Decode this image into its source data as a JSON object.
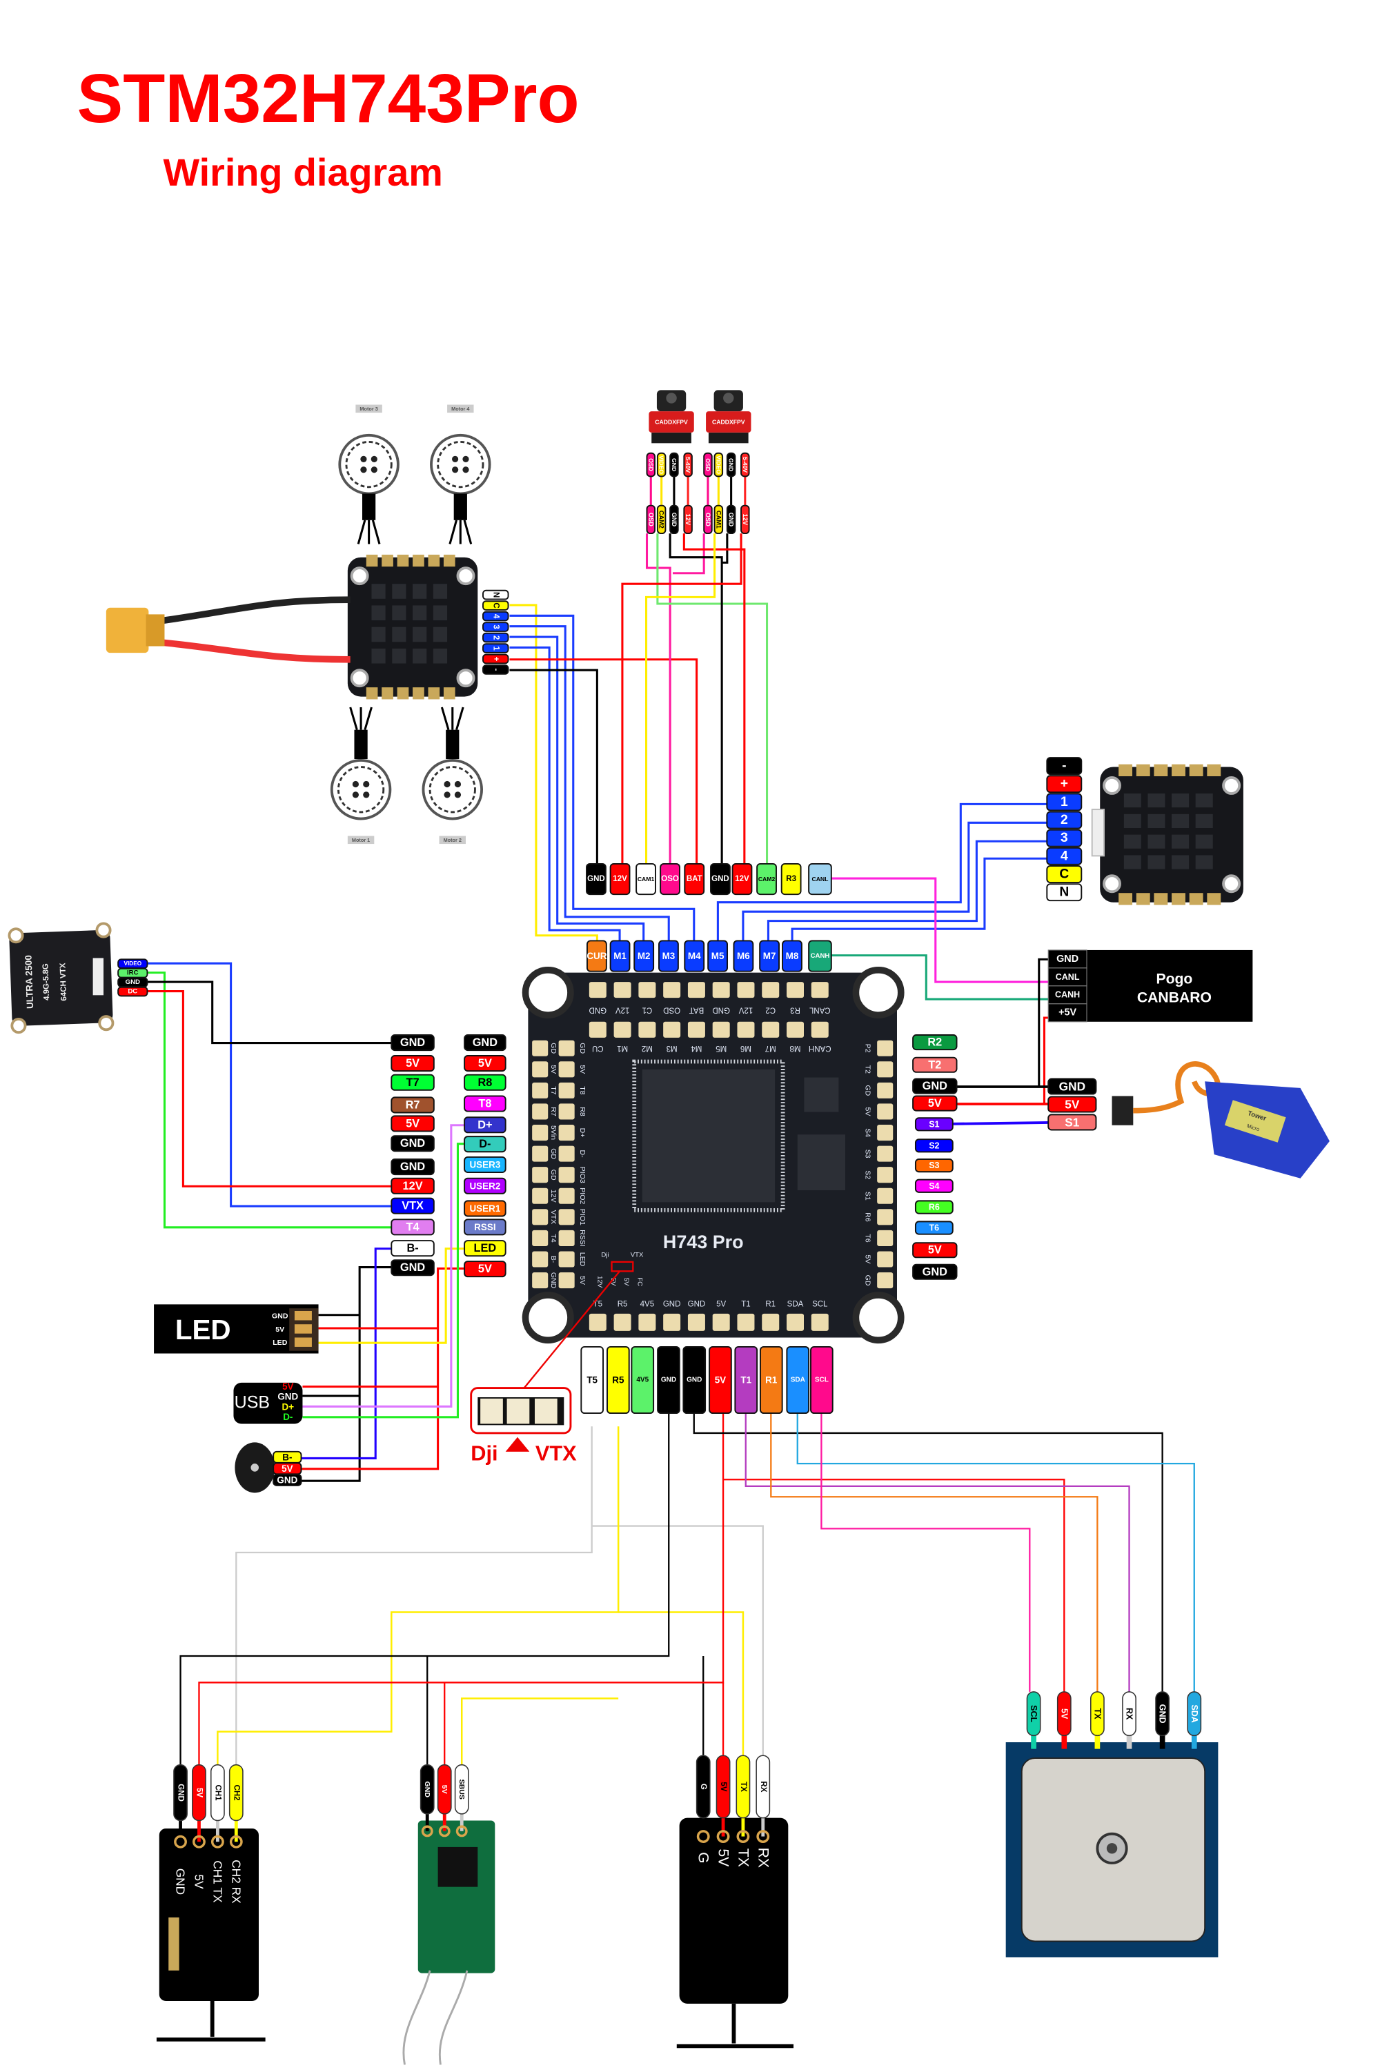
{
  "header": {
    "title": "STM32H743Pro",
    "subtitle": "Wiring diagram",
    "accent": "#ff0000"
  },
  "motors": [
    "Motor 3",
    "Motor 4",
    "Motor 1",
    "Motor 2"
  ],
  "esc1_pins": [
    {
      "label": "N",
      "bg": "#ffffff",
      "fg": "#000000"
    },
    {
      "label": "C",
      "bg": "#ffff00",
      "fg": "#000000"
    },
    {
      "label": "4",
      "bg": "#0a3cff",
      "fg": "#ffffff"
    },
    {
      "label": "3",
      "bg": "#0a3cff",
      "fg": "#ffffff"
    },
    {
      "label": "2",
      "bg": "#0a3cff",
      "fg": "#ffffff"
    },
    {
      "label": "1",
      "bg": "#0a3cff",
      "fg": "#ffffff"
    },
    {
      "label": "+",
      "bg": "#ff0000",
      "fg": "#ffffff"
    },
    {
      "label": "-",
      "bg": "#000000",
      "fg": "#ffffff"
    }
  ],
  "cameras": [
    {
      "brand": "CADDXFPV",
      "top_pins": [
        {
          "label": "OSD",
          "bg": "#ff0a8c",
          "fg": "#fff"
        },
        {
          "label": "VIDEO",
          "bg": "#ffe600",
          "fg": "#fff"
        },
        {
          "label": "GND",
          "bg": "#000",
          "fg": "#fff"
        },
        {
          "label": "5-40V",
          "bg": "#f22",
          "fg": "#fff"
        }
      ],
      "bottom_pins": [
        {
          "label": "OSD",
          "bg": "#ff0a8c",
          "fg": "#fff"
        },
        {
          "label": "CAM2",
          "bg": "#ffe600",
          "fg": "#000"
        },
        {
          "label": "GND",
          "bg": "#000",
          "fg": "#fff"
        },
        {
          "label": "12V",
          "bg": "#f22",
          "fg": "#fff"
        }
      ]
    },
    {
      "brand": "CADDXFPV",
      "top_pins": [
        {
          "label": "OSD",
          "bg": "#ff0a8c",
          "fg": "#fff"
        },
        {
          "label": "VIDEO",
          "bg": "#ffe600",
          "fg": "#fff"
        },
        {
          "label": "GND",
          "bg": "#000",
          "fg": "#fff"
        },
        {
          "label": "5-40V",
          "bg": "#f22",
          "fg": "#fff"
        }
      ],
      "bottom_pins": [
        {
          "label": "OSD",
          "bg": "#ff0a8c",
          "fg": "#fff"
        },
        {
          "label": "CAM1",
          "bg": "#ffe600",
          "fg": "#000"
        },
        {
          "label": "GND",
          "bg": "#000",
          "fg": "#fff"
        },
        {
          "label": "12V",
          "bg": "#f22",
          "fg": "#fff"
        }
      ]
    }
  ],
  "fc_top_row": [
    {
      "label": "GND",
      "bg": "#000000",
      "fg": "#ffffff"
    },
    {
      "label": "12V",
      "bg": "#ff0000",
      "fg": "#ffffff"
    },
    {
      "label": "CAM1",
      "bg": "#ffffff",
      "fg": "#000000"
    },
    {
      "label": "OSO",
      "bg": "#ff0a8c",
      "fg": "#ffffff"
    },
    {
      "label": "BAT",
      "bg": "#ff0000",
      "fg": "#ffffff"
    },
    {
      "label": "GND",
      "bg": "#000000",
      "fg": "#ffffff"
    },
    {
      "label": "12V",
      "bg": "#ff0000",
      "fg": "#ffffff"
    },
    {
      "label": "CAM2",
      "bg": "#5cf26a",
      "fg": "#000000"
    },
    {
      "label": "R3",
      "bg": "#ffff00",
      "fg": "#000000"
    },
    {
      "label": "CANL",
      "bg": "#9fd3f0",
      "fg": "#000000"
    }
  ],
  "fc_motor_row": [
    {
      "label": "CUR",
      "bg": "#f47a14",
      "fg": "#ffffff"
    },
    {
      "label": "M1",
      "bg": "#0a3cff",
      "fg": "#ffffff"
    },
    {
      "label": "M2",
      "bg": "#0a3cff",
      "fg": "#ffffff"
    },
    {
      "label": "M3",
      "bg": "#0a3cff",
      "fg": "#ffffff"
    },
    {
      "label": "M4",
      "bg": "#0a3cff",
      "fg": "#ffffff"
    },
    {
      "label": "M5",
      "bg": "#0a3cff",
      "fg": "#ffffff"
    },
    {
      "label": "M6",
      "bg": "#0a3cff",
      "fg": "#ffffff"
    },
    {
      "label": "M7",
      "bg": "#0a3cff",
      "fg": "#ffffff"
    },
    {
      "label": "M8",
      "bg": "#0a3cff",
      "fg": "#ffffff"
    },
    {
      "label": "CANH",
      "bg": "#18a878",
      "fg": "#ffffff"
    }
  ],
  "fc_left_outer": [
    {
      "label": "GND",
      "bg": "#000000",
      "fg": "#ffffff"
    },
    {
      "label": "5V",
      "bg": "#ff0000",
      "fg": "#ffffff"
    },
    {
      "label": "T7",
      "bg": "#00ff33",
      "fg": "#000000"
    },
    {
      "label": "R7",
      "bg": "#a0522d",
      "fg": "#ffffff"
    },
    {
      "label": "5V",
      "bg": "#ff0000",
      "fg": "#ffffff"
    },
    {
      "label": "GND",
      "bg": "#000000",
      "fg": "#ffffff"
    },
    {
      "label": "GND",
      "bg": "#000000",
      "fg": "#ffffff"
    },
    {
      "label": "12V",
      "bg": "#ff0000",
      "fg": "#ffffff"
    },
    {
      "label": "VTX",
      "bg": "#0000ff",
      "fg": "#ffffff"
    },
    {
      "label": "T4",
      "bg": "#e17ef0",
      "fg": "#ffffff"
    },
    {
      "label": "B-",
      "bg": "#ffffff",
      "fg": "#000000"
    },
    {
      "label": "GND",
      "bg": "#000000",
      "fg": "#ffffff"
    }
  ],
  "fc_left_inner": [
    {
      "label": "GND",
      "bg": "#000000",
      "fg": "#ffffff"
    },
    {
      "label": "5V",
      "bg": "#ff0000",
      "fg": "#ffffff"
    },
    {
      "label": "R8",
      "bg": "#00ff33",
      "fg": "#000000"
    },
    {
      "label": "T8",
      "bg": "#ff00ff",
      "fg": "#ffffff"
    },
    {
      "label": "D+",
      "bg": "#3333cc",
      "fg": "#ffffff"
    },
    {
      "label": "D-",
      "bg": "#33ccbb",
      "fg": "#000000"
    },
    {
      "label": "USER3",
      "bg": "#19b5ff",
      "fg": "#ffffff"
    },
    {
      "label": "USER2",
      "bg": "#b000ff",
      "fg": "#ffffff"
    },
    {
      "label": "USER1",
      "bg": "#ff6a00",
      "fg": "#ffffff"
    },
    {
      "label": "RSSI",
      "bg": "#6b7bc9",
      "fg": "#ffffff"
    },
    {
      "label": "LED",
      "bg": "#ffff00",
      "fg": "#000000"
    },
    {
      "label": "5V",
      "bg": "#ff0000",
      "fg": "#ffffff"
    }
  ],
  "fc_right": [
    {
      "label": "R2",
      "bg": "#0a9a40",
      "fg": "#ffffff"
    },
    {
      "label": "T2",
      "bg": "#f87070",
      "fg": "#ffffff"
    },
    {
      "label": "GND",
      "bg": "#000000",
      "fg": "#ffffff"
    },
    {
      "label": "5V",
      "bg": "#ff0000",
      "fg": "#ffffff"
    },
    {
      "label": "S1",
      "bg": "#6a00ff",
      "fg": "#ffffff"
    },
    {
      "label": "S2",
      "bg": "#0000ff",
      "fg": "#ffffff"
    },
    {
      "label": "S3",
      "bg": "#ff6600",
      "fg": "#ffffff"
    },
    {
      "label": "S4",
      "bg": "#ff00ff",
      "fg": "#ffffff"
    },
    {
      "label": "R6",
      "bg": "#44ff22",
      "fg": "#ffffff"
    },
    {
      "label": "T6",
      "bg": "#1a8fff",
      "fg": "#ffffff"
    },
    {
      "label": "5V",
      "bg": "#ff0000",
      "fg": "#ffffff"
    },
    {
      "label": "GND",
      "bg": "#000000",
      "fg": "#ffffff"
    }
  ],
  "fc_bottom_row": [
    {
      "label": "T5",
      "bg": "#ffffff",
      "fg": "#000000"
    },
    {
      "label": "R5",
      "bg": "#ffff00",
      "fg": "#000000"
    },
    {
      "label": "4V5",
      "bg": "#5cf26a",
      "fg": "#000000"
    },
    {
      "label": "GND",
      "bg": "#000000",
      "fg": "#ffffff"
    },
    {
      "label": "GND",
      "bg": "#000000",
      "fg": "#ffffff"
    },
    {
      "label": "5V",
      "bg": "#ff0000",
      "fg": "#ffffff"
    },
    {
      "label": "T1",
      "bg": "#b43cc0",
      "fg": "#ffffff"
    },
    {
      "label": "R1",
      "bg": "#f47a14",
      "fg": "#ffffff"
    },
    {
      "label": "SDA",
      "bg": "#1a8fff",
      "fg": "#ffffff"
    },
    {
      "label": "SCL",
      "bg": "#ff0a8c",
      "fg": "#ffffff"
    }
  ],
  "fc_board": {
    "name": "H743 Pro",
    "silk_top": [
      "GND",
      "12V",
      "C1",
      "OSD",
      "BAT",
      "GND",
      "12V",
      "C2",
      "R3",
      "CANL"
    ],
    "silk_motor": [
      "CU",
      "M1",
      "M2",
      "M3",
      "M4",
      "M5",
      "M6",
      "M7",
      "M8",
      "CANH"
    ],
    "silk_left_outer": [
      "GD",
      "5V",
      "T7",
      "R7",
      "5Vin",
      "GD",
      "GD",
      "12V",
      "VTX",
      "T4",
      "B-",
      "GND"
    ],
    "silk_left_inner": [
      "GD",
      "5V",
      "T8",
      "R8",
      "D+",
      "D-",
      "PIO3",
      "PIO2",
      "PIO1",
      "RSSI",
      "LED",
      "5V"
    ],
    "silk_right": [
      "P2",
      "T2",
      "GD",
      "5V",
      "S4",
      "S3",
      "S2",
      "S1",
      "R6",
      "T6",
      "5V",
      "GD"
    ],
    "silk_bottom": [
      "T5",
      "R5",
      "4V5",
      "GND",
      "GND",
      "5V",
      "T1",
      "R1",
      "SDA",
      "SCL"
    ],
    "silk_dji": [
      "Dji",
      "VTX",
      "12V",
      "5V",
      "5V",
      "FC"
    ]
  },
  "servo_pins": [
    {
      "label": "GND",
      "bg": "#000000",
      "fg": "#ffffff"
    },
    {
      "label": "5V",
      "bg": "#ff0000",
      "fg": "#ffffff"
    },
    {
      "label": "S1",
      "bg": "#f87070",
      "fg": "#ffffff"
    }
  ],
  "servo_text": [
    "Tower",
    "Micro"
  ],
  "esc2_pins": [
    {
      "label": "-",
      "bg": "#000000",
      "fg": "#ffffff"
    },
    {
      "label": "+",
      "bg": "#ff0000",
      "fg": "#ffffff"
    },
    {
      "label": "1",
      "bg": "#0a3cff",
      "fg": "#ffffff"
    },
    {
      "label": "2",
      "bg": "#0a3cff",
      "fg": "#ffffff"
    },
    {
      "label": "3",
      "bg": "#0a3cff",
      "fg": "#ffffff"
    },
    {
      "label": "4",
      "bg": "#0a3cff",
      "fg": "#ffffff"
    },
    {
      "label": "C",
      "bg": "#ffff00",
      "fg": "#000000"
    },
    {
      "label": "N",
      "bg": "#ffffff",
      "fg": "#000000"
    }
  ],
  "pogo": {
    "pins": [
      "GND",
      "CANL",
      "CANH",
      "+5V"
    ],
    "name_line1": "Pogo",
    "name_line2": "CANBARO"
  },
  "vtx": {
    "text": [
      "ULTRA 2500",
      "4.9G-5.8G",
      "64CH VTX"
    ],
    "pins": [
      {
        "label": "VIDEO",
        "bg": "#0000ff",
        "fg": "#ffffff"
      },
      {
        "label": "IRC",
        "bg": "#5cf26a",
        "fg": "#000000"
      },
      {
        "label": "GND",
        "bg": "#000000",
        "fg": "#ffffff"
      },
      {
        "label": "DC",
        "bg": "#ff0000",
        "fg": "#ffffff"
      }
    ]
  },
  "led_strip": {
    "title": "LED",
    "pins": [
      "GND",
      "5V",
      "LED"
    ]
  },
  "usb": {
    "title": "USB",
    "pins": [
      {
        "label": "5V",
        "color": "#ff0000"
      },
      {
        "label": "GND",
        "color": "#ffffff"
      },
      {
        "label": "D+",
        "color": "#ffff00"
      },
      {
        "label": "D-",
        "color": "#22ff22"
      }
    ]
  },
  "buzzer": {
    "pins": [
      {
        "label": "B-",
        "bg": "#ffff00",
        "fg": "#000000"
      },
      {
        "label": "5V",
        "bg": "#ff0000",
        "fg": "#ffffff"
      },
      {
        "label": "GND",
        "bg": "#000000",
        "fg": "#ffffff"
      }
    ]
  },
  "dji_vtx": {
    "left": "Dji",
    "right": "VTX"
  },
  "receivers": [
    {
      "pins": [
        {
          "label": "GND",
          "bg": "#000",
          "fg": "#fff"
        },
        {
          "label": "5V",
          "bg": "#f00",
          "fg": "#fff"
        },
        {
          "label": "CH1",
          "bg": "#fff",
          "fg": "#000"
        },
        {
          "label": "CH2",
          "bg": "#ff0",
          "fg": "#000"
        }
      ],
      "body_labels": [
        "GND",
        "5V",
        "CH1 TX",
        "CH2 RX"
      ]
    },
    {
      "pins": [
        {
          "label": "GND",
          "bg": "#000",
          "fg": "#fff"
        },
        {
          "label": "5V",
          "bg": "#f00",
          "fg": "#fff"
        },
        {
          "label": "SBUS",
          "bg": "#fff",
          "fg": "#000"
        }
      ],
      "body_labels": []
    },
    {
      "pins": [
        {
          "label": "G",
          "bg": "#000",
          "fg": "#fff"
        },
        {
          "label": "5V",
          "bg": "#f00",
          "fg": "#000"
        },
        {
          "label": "TX",
          "bg": "#ff0",
          "fg": "#000"
        },
        {
          "label": "RX",
          "bg": "#fff",
          "fg": "#000"
        }
      ],
      "body_labels": [
        "G",
        "5V",
        "TX",
        "RX"
      ]
    }
  ],
  "gps": {
    "pins": [
      {
        "label": "SCL",
        "bg": "#10d0a8",
        "fg": "#000000"
      },
      {
        "label": "5V",
        "bg": "#ff0000",
        "fg": "#ffffff"
      },
      {
        "label": "TX",
        "bg": "#ffff00",
        "fg": "#000000"
      },
      {
        "label": "RX",
        "bg": "#ffffff",
        "fg": "#000000"
      },
      {
        "label": "GND",
        "bg": "#000000",
        "fg": "#ffffff"
      },
      {
        "label": "SDA",
        "bg": "#22a8e0",
        "fg": "#ffffff"
      }
    ]
  }
}
